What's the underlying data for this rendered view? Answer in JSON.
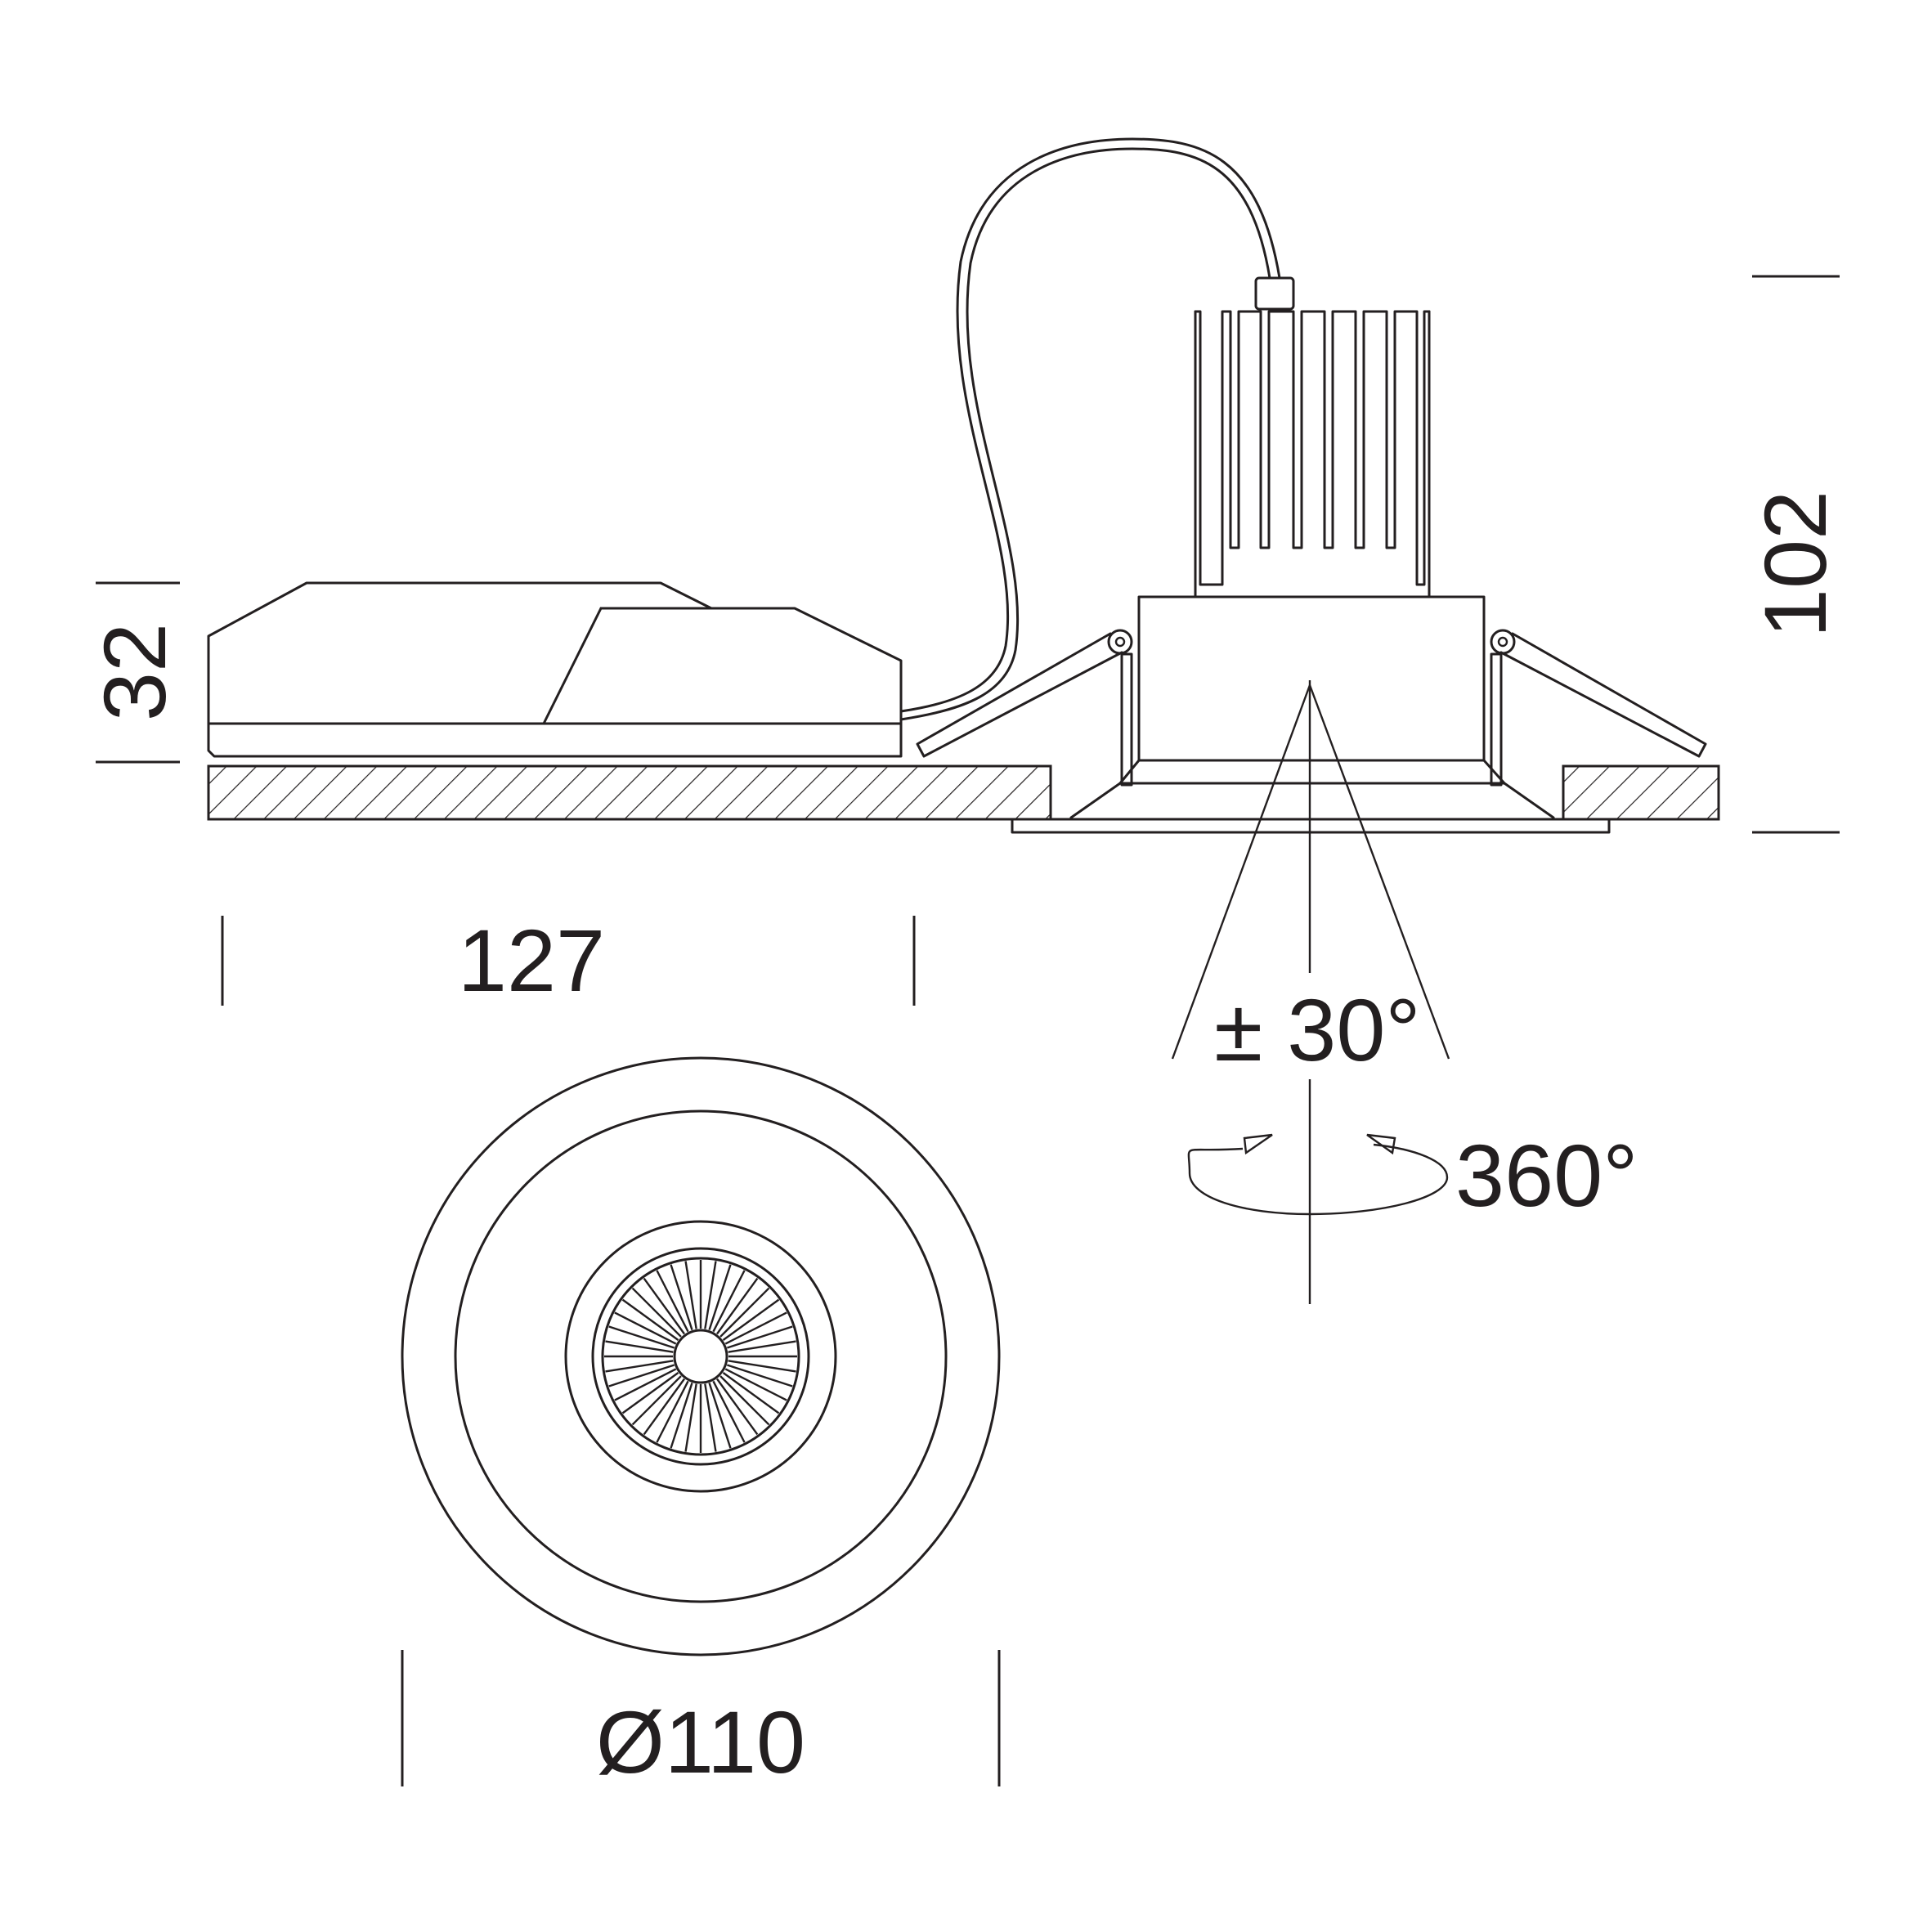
{
  "dimensions": {
    "driver_height": "32",
    "driver_length": "127",
    "total_height": "102",
    "tilt": "± 30°",
    "rotation": "360°",
    "diameter": "Ø110"
  },
  "colors": {
    "line": "#231f20",
    "background": "#ffffff"
  }
}
